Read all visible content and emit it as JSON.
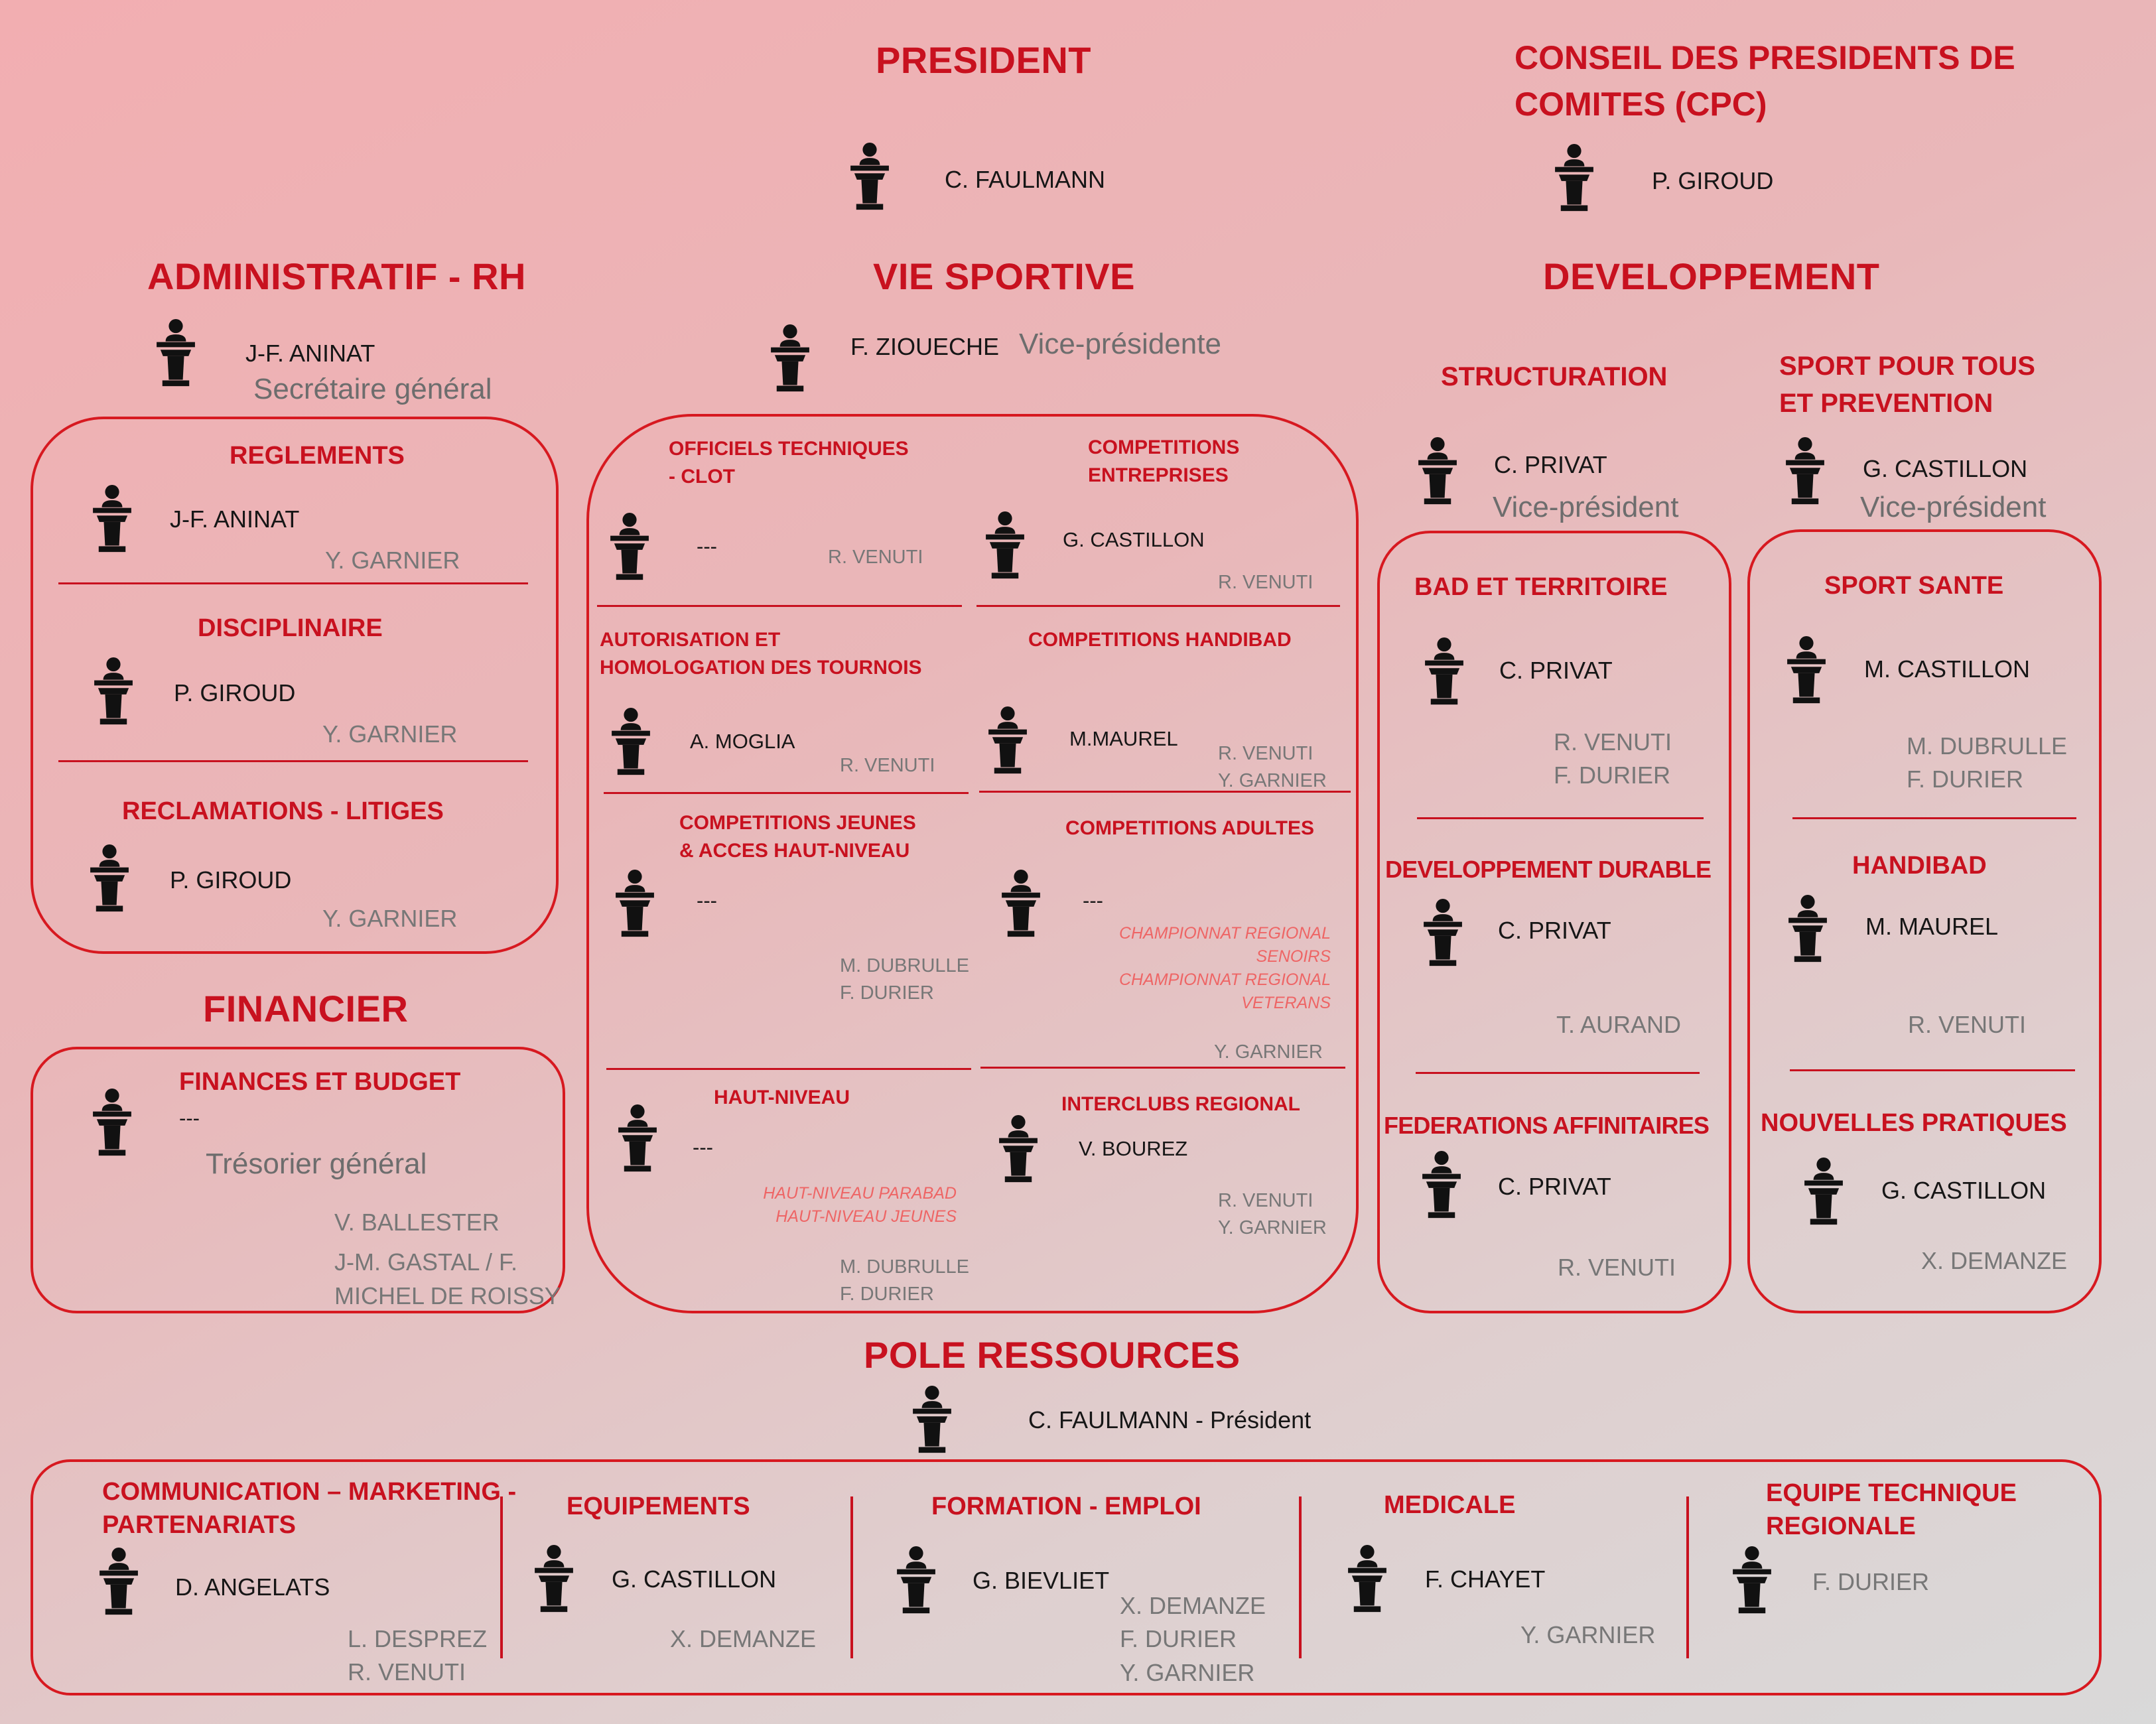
{
  "president": {
    "title": "PRESIDENT",
    "name": "C. FAULMANN"
  },
  "cpc": {
    "title_l1": "CONSEIL DES PRESIDENTS DE",
    "title_l2": "COMITES  (CPC)",
    "name": "P. GIROUD"
  },
  "admin": {
    "title": "ADMINISTRATIF - RH",
    "name": "J-F. ANINAT",
    "role": "Secrétaire général",
    "items": [
      {
        "title": "REGLEMENTS",
        "name": "J-F. ANINAT",
        "staff": "Y. GARNIER"
      },
      {
        "title": "DISCIPLINAIRE",
        "name": "P. GIROUD",
        "staff": "Y. GARNIER"
      },
      {
        "title": "RECLAMATIONS - LITIGES",
        "name": "P. GIROUD",
        "staff": "Y. GARNIER"
      }
    ]
  },
  "financier": {
    "title": "FINANCIER",
    "item_title": "FINANCES ET BUDGET",
    "name": "---",
    "role": "Trésorier général",
    "staff_1": "V. BALLESTER",
    "staff_2a": "J-M. GASTAL / F.",
    "staff_2b": "MICHEL DE ROISSY"
  },
  "vie": {
    "title": "VIE SPORTIVE",
    "name": "F. ZIOUECHE",
    "role": "Vice-présidente",
    "officiels": {
      "title_1": "OFFICIELS TECHNIQUES",
      "title_2": "- CLOT",
      "name": "---",
      "staff": "R. VENUTI"
    },
    "entreprises": {
      "title_1": "COMPETITIONS",
      "title_2": "ENTREPRISES",
      "name": "G. CASTILLON",
      "staff": "R. VENUTI"
    },
    "autorisation": {
      "title_1": "AUTORISATION ET",
      "title_2": "HOMOLOGATION DES TOURNOIS",
      "name": "A. MOGLIA",
      "staff": "R. VENUTI"
    },
    "handibad": {
      "title": "COMPETITIONS HANDIBAD",
      "name": "M.MAUREL",
      "staff_1": "R. VENUTI",
      "staff_2": "Y. GARNIER"
    },
    "jeunes": {
      "title_1": "COMPETITIONS JEUNES",
      "title_2": "& ACCES HAUT-NIVEAU",
      "name": "---",
      "staff_1": "M. DUBRULLE",
      "staff_2": "F. DURIER"
    },
    "adultes": {
      "title": "COMPETITIONS ADULTES",
      "name": "---",
      "sub": [
        "CHAMPIONNAT REGIONAL",
        "SENOIRS",
        "CHAMPIONNAT REGIONAL",
        "VETERANS"
      ],
      "staff": "Y. GARNIER"
    },
    "haut": {
      "title": "HAUT-NIVEAU",
      "name": "---",
      "sub": [
        "HAUT-NIVEAU PARABAD",
        "HAUT-NIVEAU JEUNES"
      ],
      "staff_1": "M. DUBRULLE",
      "staff_2": "F. DURIER"
    },
    "interclubs": {
      "title": "INTERCLUBS REGIONAL",
      "name": "V. BOUREZ",
      "staff_1": "R. VENUTI",
      "staff_2": "Y. GARNIER"
    }
  },
  "dev": {
    "title": "DEVELOPPEMENT",
    "structuration": {
      "title": "STRUCTURATION",
      "name": "C. PRIVAT",
      "role": "Vice-président",
      "items": [
        {
          "title": "BAD ET TERRITOIRE",
          "name": "C. PRIVAT",
          "staff_1": "R. VENUTI",
          "staff_2": "F. DURIER"
        },
        {
          "title": "DEVELOPPEMENT DURABLE",
          "name": "C. PRIVAT",
          "staff_1": "T. AURAND"
        },
        {
          "title": "FEDERATIONS AFFINITAIRES",
          "name": "C. PRIVAT",
          "staff_1": "R. VENUTI"
        }
      ]
    },
    "sport": {
      "title_1": "SPORT POUR TOUS",
      "title_2": "ET PREVENTION",
      "name": "G. CASTILLON",
      "role": "Vice-président",
      "items": [
        {
          "title": "SPORT SANTE",
          "name": "M. CASTILLON",
          "staff_1": "M. DUBRULLE",
          "staff_2": "F. DURIER"
        },
        {
          "title": "HANDIBAD",
          "name": "M. MAUREL",
          "staff_1": "R. VENUTI"
        },
        {
          "title": "NOUVELLES PRATIQUES",
          "name": "G. CASTILLON",
          "staff_1": "X. DEMANZE"
        }
      ]
    }
  },
  "pole": {
    "title": "POLE RESSOURCES",
    "name": "C. FAULMANN - Président",
    "items": [
      {
        "title_1": "COMMUNICATION – MARKETING -",
        "title_2": "PARTENARIATS",
        "name": "D. ANGELATS",
        "staff": [
          "L. DESPREZ",
          "R. VENUTI"
        ]
      },
      {
        "title_1": "EQUIPEMENTS",
        "name": "G. CASTILLON",
        "staff": [
          "X. DEMANZE"
        ]
      },
      {
        "title_1": "FORMATION - EMPLOI",
        "name": "G. BIEVLIET",
        "staff": [
          "X. DEMANZE",
          "F. DURIER",
          "Y. GARNIER"
        ]
      },
      {
        "title_1": "MEDICALE",
        "name": "F. CHAYET",
        "staff": [
          "Y. GARNIER"
        ]
      },
      {
        "title_1": "EQUIPE TECHNIQUE",
        "title_2": "REGIONALE",
        "name": "F. DURIER",
        "staff": []
      }
    ]
  },
  "icon": "speaker-podium-icon",
  "accent": "#c8111f"
}
